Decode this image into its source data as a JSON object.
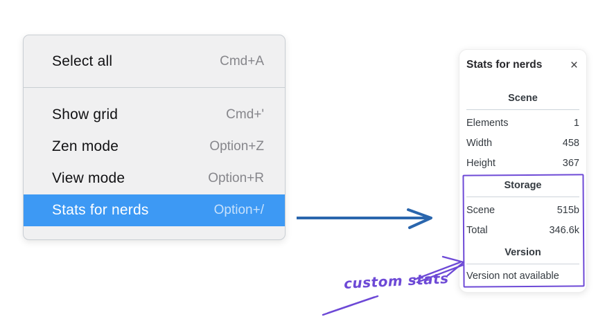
{
  "menu": {
    "items": [
      {
        "label": "Select all",
        "shortcut": "Cmd+A"
      },
      {
        "label": "Show grid",
        "shortcut": "Cmd+'"
      },
      {
        "label": "Zen mode",
        "shortcut": "Option+Z"
      },
      {
        "label": "View mode",
        "shortcut": "Option+R"
      },
      {
        "label": "Stats for nerds",
        "shortcut": "Option+/"
      }
    ],
    "highlighted_item": "Stats for nerds",
    "highlight_color": "#3d99f4"
  },
  "panel": {
    "title": "Stats for nerds",
    "close_glyph": "×",
    "sections": [
      {
        "title": "Scene",
        "rows": [
          {
            "label": "Elements",
            "value": "1"
          },
          {
            "label": "Width",
            "value": "458"
          },
          {
            "label": "Height",
            "value": "367"
          }
        ]
      },
      {
        "title": "Storage",
        "rows": [
          {
            "label": "Scene",
            "value": "515b"
          },
          {
            "label": "Total",
            "value": "346.6k"
          }
        ]
      },
      {
        "title": "Version",
        "note": "Version not available"
      }
    ]
  },
  "annotation": {
    "label": "custom stats",
    "color": "#6d49d6"
  },
  "colors": {
    "arrow_blue": "#2a66ad",
    "menu_highlight": "#3d99f4",
    "annotation_purple": "#6d49d6",
    "menu_bg": "#f0f0f1",
    "panel_text": "#343a40"
  }
}
